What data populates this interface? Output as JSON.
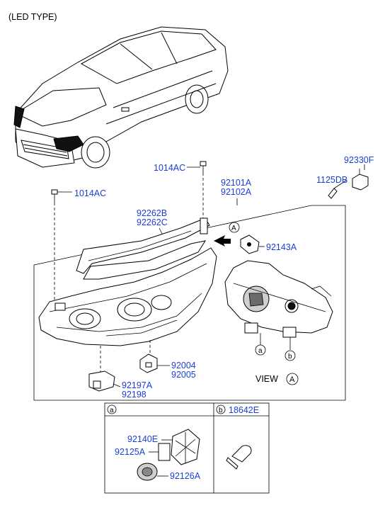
{
  "header": {
    "title": "(LED TYPE)"
  },
  "parts": {
    "bolt_top": "1014AC",
    "bolt_left": "1014AC",
    "headlamp_lh": "92101A",
    "headlamp_rh": "92102A",
    "socket_top": "92330F",
    "screw": "1125DB",
    "cover_lh": "92262B",
    "cover_rh": "92262C",
    "actuator": "92143A",
    "bracket_1": "92004",
    "bracket_2": "92005",
    "bracket_3": "92197A",
    "bracket_4": "92198",
    "socket_a": "92140E",
    "gasket": "92125A",
    "cap": "92126A",
    "bulb_b": "18642E"
  },
  "callouts": {
    "view_label": "VIEW",
    "view_circle": "A",
    "arrow_circle": "A",
    "marker_a": "a",
    "marker_b": "b",
    "table_a": "a",
    "table_b": "b"
  }
}
